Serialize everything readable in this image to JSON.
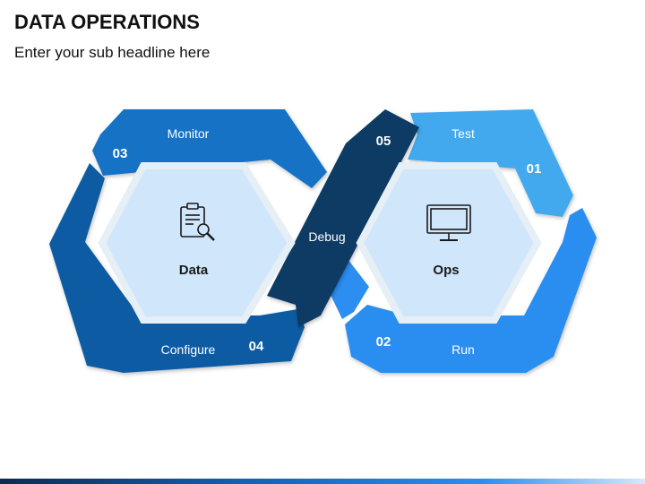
{
  "header": {
    "title": "DATA OPERATIONS",
    "subtitle": "Enter your sub headline here"
  },
  "diagram": {
    "left_center": {
      "label": "Data",
      "icon": "clipboard-search-icon"
    },
    "right_center": {
      "label": "Ops",
      "icon": "monitor-icon"
    },
    "segments": [
      {
        "number": "01",
        "label": "Test",
        "color": "#43a9ee"
      },
      {
        "number": "02",
        "label": "Run",
        "color": "#2b8ef0"
      },
      {
        "number": "03",
        "label": "Monitor",
        "color": "#1472c4"
      },
      {
        "number": "04",
        "label": "Configure",
        "color": "#0f5ba3"
      },
      {
        "number": "05",
        "label": "Debug",
        "color": "#0d3a63"
      }
    ]
  },
  "colors": {
    "hex_fill": "#cfe6fb",
    "hex_stroke": "#e6eef6"
  }
}
